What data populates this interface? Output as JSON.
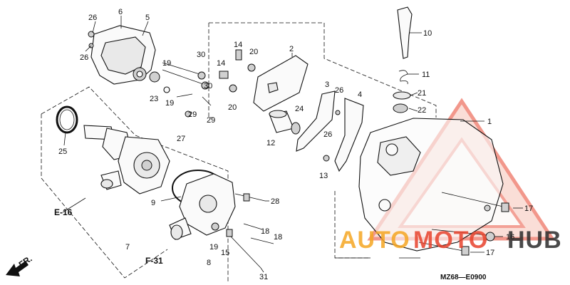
{
  "callouts": {
    "p1": "1",
    "p2": "2",
    "p3": "3",
    "p4": "4",
    "p5": "5",
    "p6": "6",
    "p7": "7",
    "p8": "8",
    "p9": "9",
    "p10": "10",
    "p11": "11",
    "p12": "12",
    "p13": "13",
    "p14a": "14",
    "p14b": "14",
    "p15": "15",
    "p16": "16",
    "p17a": "17",
    "p17b": "17",
    "p18a": "18",
    "p18b": "18",
    "p19a": "19",
    "p19b": "19",
    "p19c": "19",
    "p20a": "20",
    "p20b": "20",
    "p21": "21",
    "p22": "22",
    "p23": "23",
    "p24": "24",
    "p25": "25",
    "p26a": "26",
    "p26b": "26",
    "p26c": "26",
    "p26d": "26",
    "p27": "27",
    "p28": "28",
    "p29a": "29",
    "p29b": "29",
    "p30a": "30",
    "p30b": "30",
    "p31": "31"
  },
  "sections": {
    "e16": "E-16",
    "f31": "F-31"
  },
  "direction": "FR.",
  "diagram_code": "MZ68—E0900",
  "watermark": {
    "brand_auto": "AUTO",
    "brand_moto": "MOTO",
    "brand_hub": "HUB",
    "color_red": "#e8432d",
    "color_orange": "#f5a623",
    "color_dark": "#2b2b2b"
  }
}
